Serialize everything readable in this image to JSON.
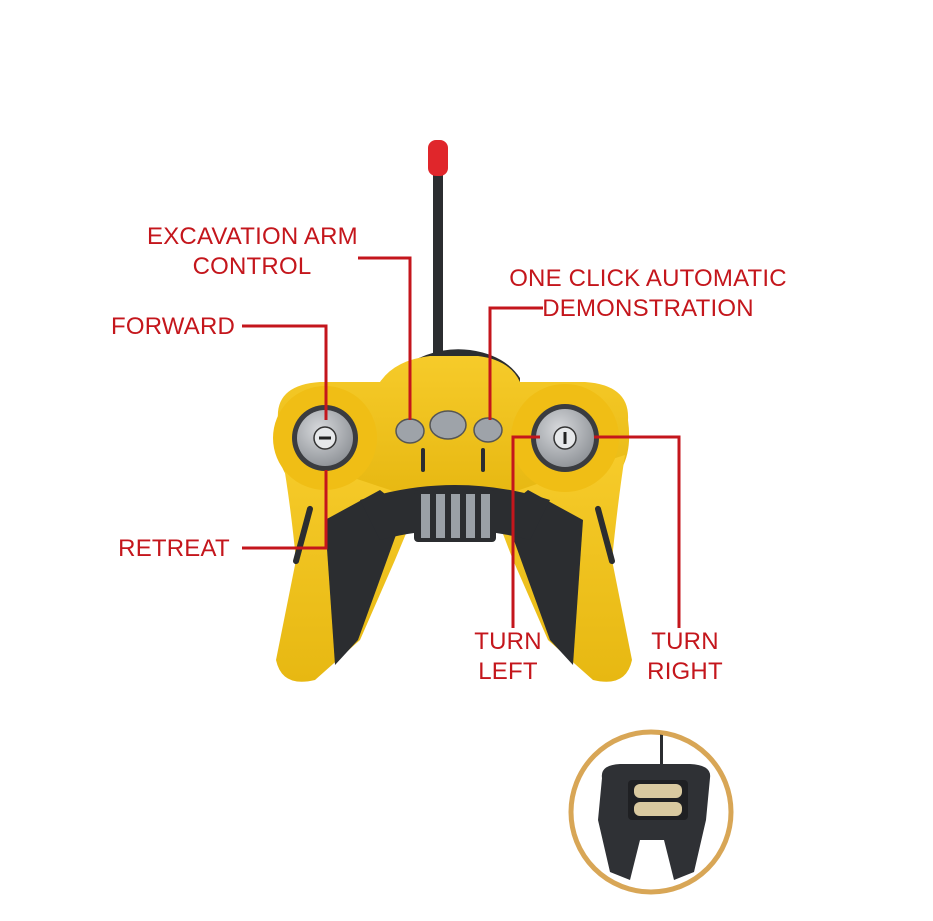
{
  "labels": {
    "excavation_arm": [
      "EXCAVATION ARM",
      "CONTROL"
    ],
    "one_click": [
      "ONE CLICK AUTOMATIC",
      "DEMONSTRATION"
    ],
    "forward": "FORWARD",
    "retreat": "RETREAT",
    "turn_left": [
      "TURN",
      "LEFT"
    ],
    "turn_right": [
      "TURN",
      "RIGHT"
    ]
  },
  "colors": {
    "label_red": "#c4161c",
    "body_yellow": "#f2c21a",
    "body_dark": "#2b2d30",
    "inset_ring": "#d8a656",
    "antenna_tip": "#e0262b"
  },
  "icons": {
    "left_stick": "minus-glyph",
    "right_stick": "vertical-bar-glyph"
  }
}
